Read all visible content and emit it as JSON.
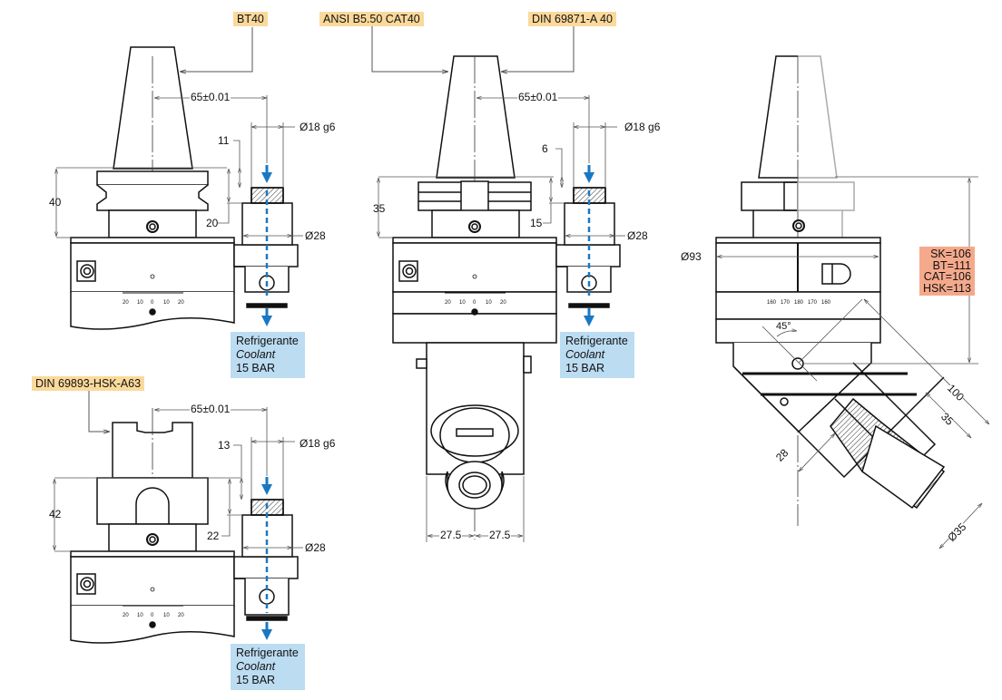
{
  "labels": {
    "bt40": "BT40",
    "ansi": "ANSI B5.50 CAT40",
    "din69871": "DIN 69871-A 40",
    "din69893": "DIN 69893-HSK-A63"
  },
  "coolant": {
    "line1": "Refrigerante",
    "line2": "Coolant",
    "line3": "15 BAR"
  },
  "views": {
    "bt40": {
      "offset": "65±0.01",
      "shank_dia": "Ø18 g6",
      "h1": "11",
      "h2": "20",
      "height": "40",
      "body_dia": "Ø28"
    },
    "cat40": {
      "offset": "65±0.01",
      "shank_dia": "Ø18 g6",
      "h1": "6",
      "h2": "15",
      "height": "35",
      "body_dia": "Ø28",
      "half_width_left": "27.5",
      "half_width_right": "27.5"
    },
    "hsk": {
      "offset": "65±0.01",
      "shank_dia": "Ø18 g6",
      "h1": "13",
      "h2": "22",
      "height": "42",
      "body_dia": "Ø28"
    },
    "angled": {
      "dia": "Ø93",
      "angle": "45°",
      "len_100": "100",
      "len_35": "35",
      "len_28": "28",
      "dia_35": "Ø35"
    }
  },
  "heights_table": [
    "SK=106",
    "BT=111",
    "CAT=106",
    "HSK=113"
  ],
  "scale_linear": [
    "20",
    "10",
    "0",
    "10",
    "20"
  ],
  "scale_angular": [
    "160",
    "170",
    "180",
    "170",
    "160"
  ],
  "colors": {
    "label_bg": "#fbd99b",
    "coolant_bg": "#bcdcf2",
    "coolant_arrow": "#1a78c2",
    "table_bg": "#f5a98c"
  }
}
